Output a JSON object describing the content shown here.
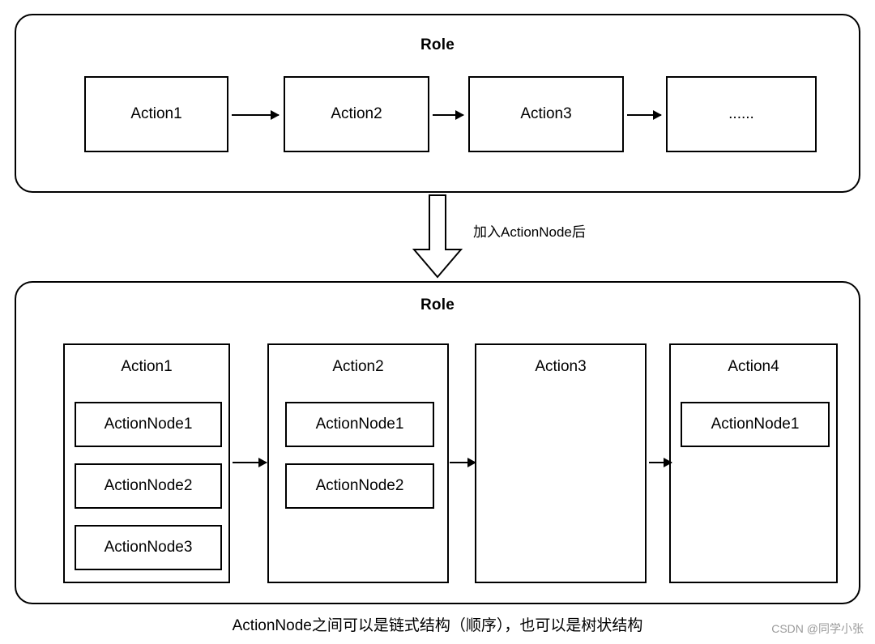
{
  "top_role": {
    "title": "Role",
    "actions": [
      "Action1",
      "Action2",
      "Action3",
      "......"
    ]
  },
  "transition": {
    "label": "加入ActionNode后",
    "arrow_icon": "block-down-arrow-icon"
  },
  "bottom_role": {
    "title": "Role",
    "actions": [
      {
        "title": "Action1",
        "nodes": [
          "ActionNode1",
          "ActionNode2",
          "ActionNode3"
        ]
      },
      {
        "title": "Action2",
        "nodes": [
          "ActionNode1",
          "ActionNode2"
        ]
      },
      {
        "title": "Action3",
        "nodes": []
      },
      {
        "title": "Action4",
        "nodes": [
          "ActionNode1"
        ]
      }
    ]
  },
  "caption": "ActionNode之间可以是链式结构（顺序），也可以是树状结构",
  "watermark": "CSDN @同学小张",
  "colors": {
    "stroke": "#000000",
    "background": "#ffffff",
    "watermark": "#9a9a9a"
  }
}
